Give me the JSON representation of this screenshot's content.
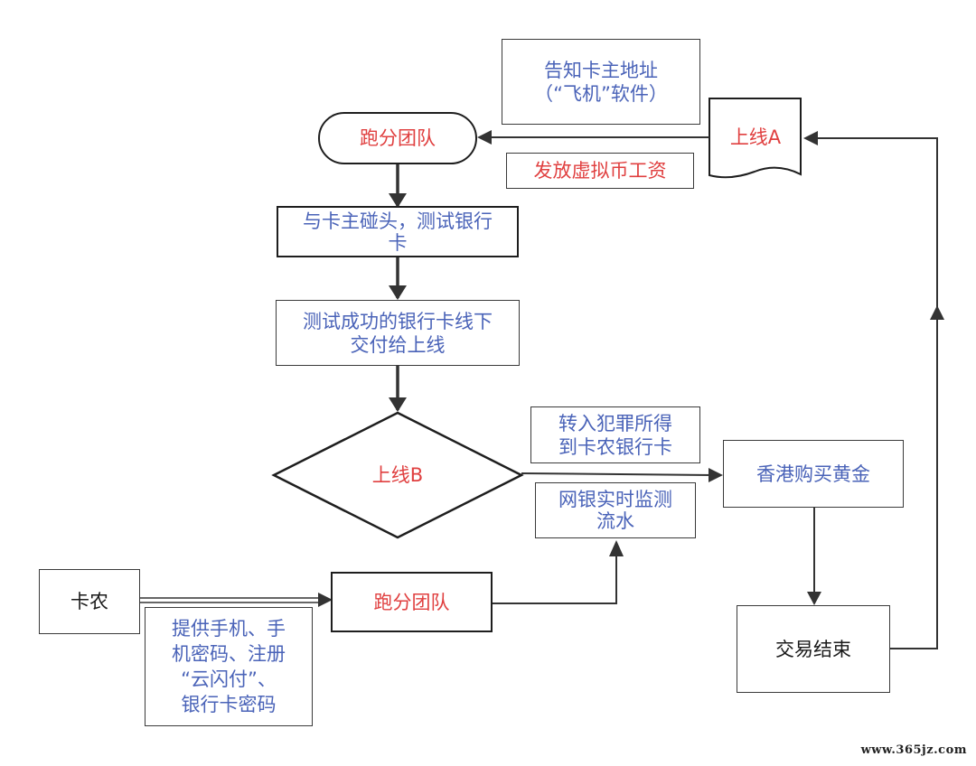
{
  "nodes": {
    "notify_address": "告知卡主地址\n（“飞机”软件）",
    "team_top": "跑分团队",
    "online_a": "上线A",
    "pay_crypto": "发放虚拟币工资",
    "meet_owner": "与卡主碰头，测试银行\n卡",
    "deliver_card": "测试成功的银行卡线下\n交付给上线",
    "online_b": "上线B",
    "transfer_crime": "转入犯罪所得\n到卡农银行卡",
    "buy_gold": "香港购买黄金",
    "monitor": "网银实时监测\n流水",
    "card_farmer": "卡农",
    "team_bottom": "跑分团队",
    "provide_info": "提供手机、手\n机密码、注册\n“云闪付”、\n银行卡密码",
    "deal_end": "交易结束"
  },
  "watermark": "www.365jz.com",
  "colors": {
    "blue_text": "#4a63b8",
    "red_text": "#e04040",
    "line": "#333333"
  }
}
